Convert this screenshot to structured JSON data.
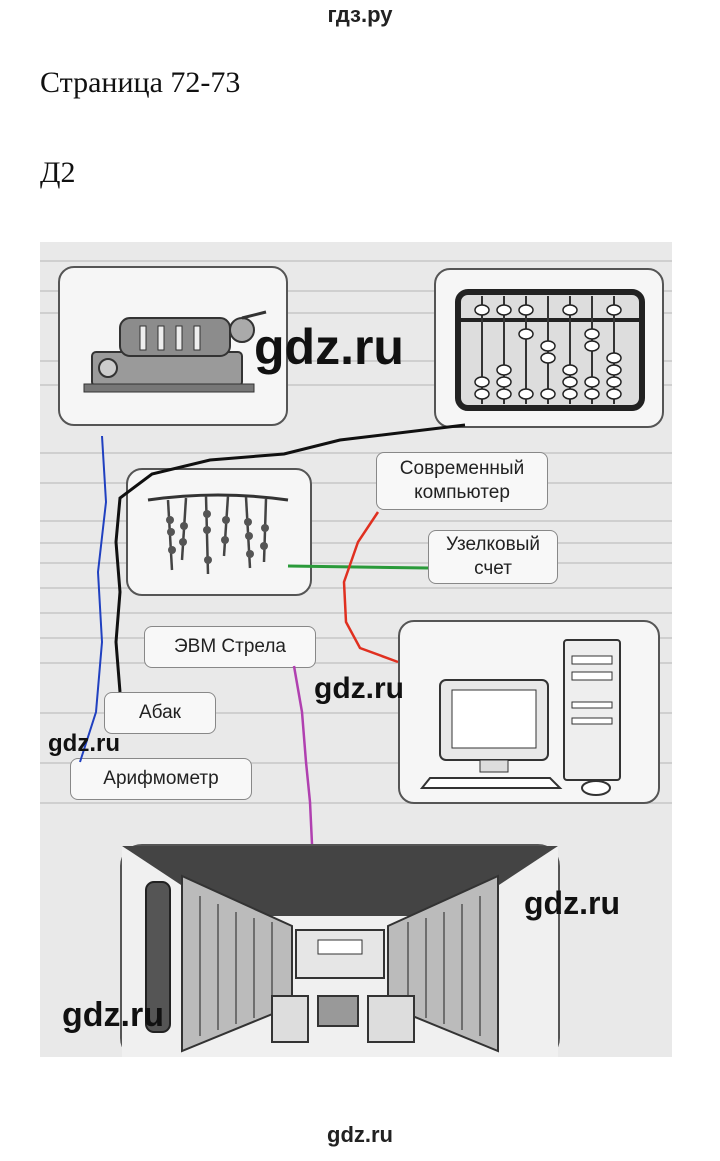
{
  "site": {
    "top_label": "гдз.ру",
    "bottom_label": "gdz.ru"
  },
  "page": {
    "title": "Страница 72-73",
    "task": "Д2"
  },
  "labels": {
    "modern_computer": "Современный компьютер",
    "knot_counting": "Узелковый счет",
    "evm_strela": "ЭВМ Стрела",
    "abacus": "Абак",
    "arithmometer": "Арифмометр"
  },
  "watermarks": {
    "w1": "gdz.ru",
    "w2": "gdz.ru",
    "w3": "gdz.ru",
    "w4": "gdz.ru",
    "w5": "gdz.ru"
  },
  "connector_colors": {
    "knot_counting": "#2a9a3a",
    "modern_computer": "#e03020",
    "evm_strela": "#b040b0",
    "abacus": "#101010",
    "arithmometer": "#2040c0"
  },
  "icons": [
    "arithmometer-picture",
    "abacus-picture",
    "knot-counting-picture",
    "computer-picture",
    "evm-strela-picture"
  ]
}
